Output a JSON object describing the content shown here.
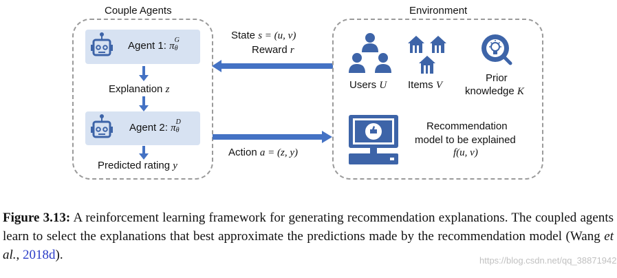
{
  "diagram": {
    "couple_agents": {
      "title": "Couple Agents",
      "agent1": {
        "label": "Agent 1:",
        "symbol": "π",
        "sup": "G",
        "sub": "θ"
      },
      "explanation": {
        "label": "Explanation",
        "var": "z"
      },
      "agent2": {
        "label": "Agent 2:",
        "symbol": "π",
        "sup": "D",
        "sub": "θ"
      },
      "predicted": {
        "label": "Predicted rating",
        "var": "y"
      }
    },
    "state_reward": {
      "line1_text": "State",
      "line1_math": "s = (u, v)",
      "line2_text": "Reward",
      "line2_math": "r"
    },
    "action": {
      "text": "Action",
      "math": "a = (z, y)"
    },
    "environment": {
      "title": "Environment",
      "users": {
        "label": "Users",
        "var": "U"
      },
      "items": {
        "label": "Items",
        "var": "V"
      },
      "prior": {
        "line1": "Prior",
        "line2": "knowledge",
        "var": "K"
      },
      "model": {
        "line1": "Recommendation",
        "line2": "model to be explained",
        "line3": "f(u, v)"
      }
    },
    "colors": {
      "accent": "#4472c4",
      "agent_box": "#d7e2f2",
      "dash": "#9a9a9a",
      "icon": "#3d64a8"
    }
  },
  "caption": {
    "label": "Figure 3.13:",
    "text_before": "A reinforcement learning framework for generating recommendation explanations. The coupled agents learn to select the explanations that best approximate the predictions made by the recommendation model (Wang",
    "etal": "et al.",
    "comma": ",",
    "cite": "2018d",
    "end": ")."
  },
  "watermark": "https://blog.csdn.net/qq_38871942"
}
